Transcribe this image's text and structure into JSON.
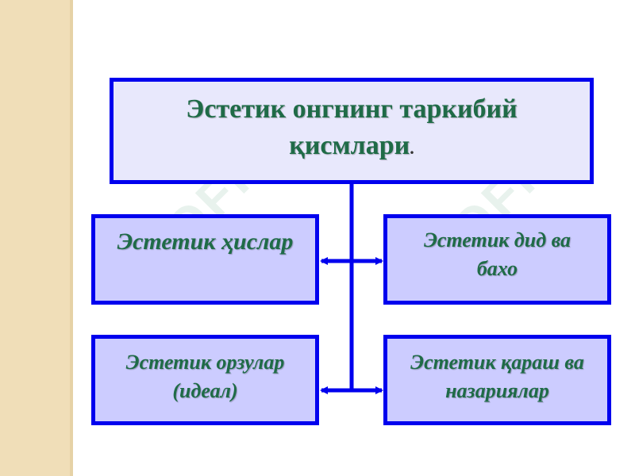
{
  "diagram": {
    "title_line1": "Эстетик онгнинг таркибий",
    "title_line2": "қисмлари",
    "title_suffix": ".",
    "nodes": [
      {
        "id": "n1",
        "lines": [
          "Эстетик ҳислар"
        ]
      },
      {
        "id": "n2",
        "lines": [
          "Эстетик дид ва",
          "бахо"
        ]
      },
      {
        "id": "n3",
        "lines": [
          "Эстетик орзулар",
          "(идеал)"
        ]
      },
      {
        "id": "n4",
        "lines": [
          "Эстетик қараш ва",
          "назариялар"
        ]
      }
    ]
  },
  "colors": {
    "border": "#0000ee",
    "box_fill": "#ccccff",
    "title_fill": "#e8e8fc",
    "text": "#1f6b47",
    "side_band": "#f0deb8"
  },
  "watermark": "SOFF"
}
